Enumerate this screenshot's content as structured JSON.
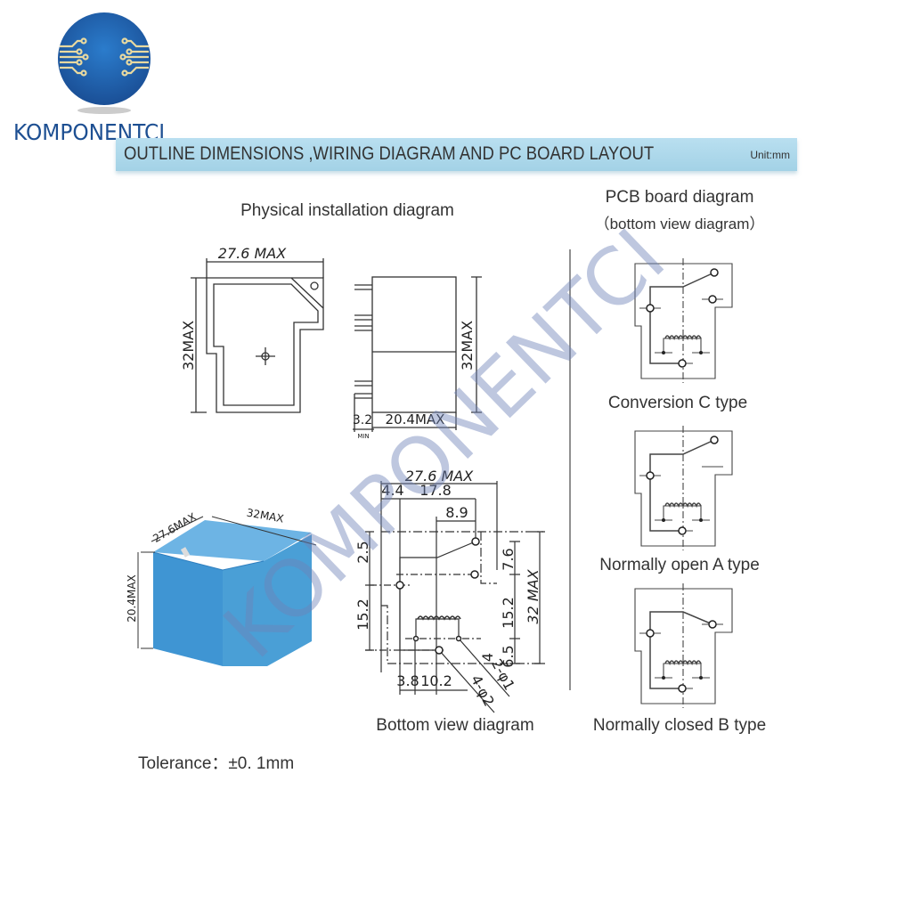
{
  "logo": {
    "name": "KOMPONENTCI",
    "colors": {
      "circle": "#1e5fa8",
      "traces": "#e8d9a0"
    }
  },
  "header": {
    "title": "OUTLINE DIMENSIONS ,WIRING DIAGRAM AND PC BOARD LAYOUT",
    "unit": "Unit:mm",
    "background": "#a8d6e8"
  },
  "physical": {
    "title": "Physical installation diagram",
    "top_width": "27.6  MAX",
    "top_height": "32MAX",
    "side_height": "32MAX",
    "side_depth": "20.4MAX",
    "pin_length": "3.2",
    "pin_length_note": "MIN"
  },
  "photo": {
    "width": "32MAX",
    "depth": "27.6MAX",
    "height": "20.4MAX",
    "color": "#4a9fd6"
  },
  "bottom_view": {
    "title": "Bottom view diagram",
    "dims": {
      "total_width": "27.6  MAX",
      "d44": "4.4",
      "d178": "17.8",
      "d89": "8.9",
      "d25": "2.5",
      "d152_left": "15.2",
      "d76": "7.6",
      "d152_right": "15.2",
      "d65": "6.5",
      "d4": "4",
      "total_height": "32  MAX",
      "d38": "3.8",
      "d102": "10.2",
      "hole_big": "4-φ2",
      "hole_small": "2-φ1"
    }
  },
  "pcb": {
    "title": "PCB board diagram",
    "subtitle": "（bottom view diagram）",
    "types": [
      {
        "label": "Conversion C type",
        "kind": "C"
      },
      {
        "label": "Normally open A type",
        "kind": "A"
      },
      {
        "label": "Normally closed B type",
        "kind": "B"
      }
    ]
  },
  "tolerance": "Tolerance：±0. 1mm",
  "watermark": "KOMPONENTCI"
}
